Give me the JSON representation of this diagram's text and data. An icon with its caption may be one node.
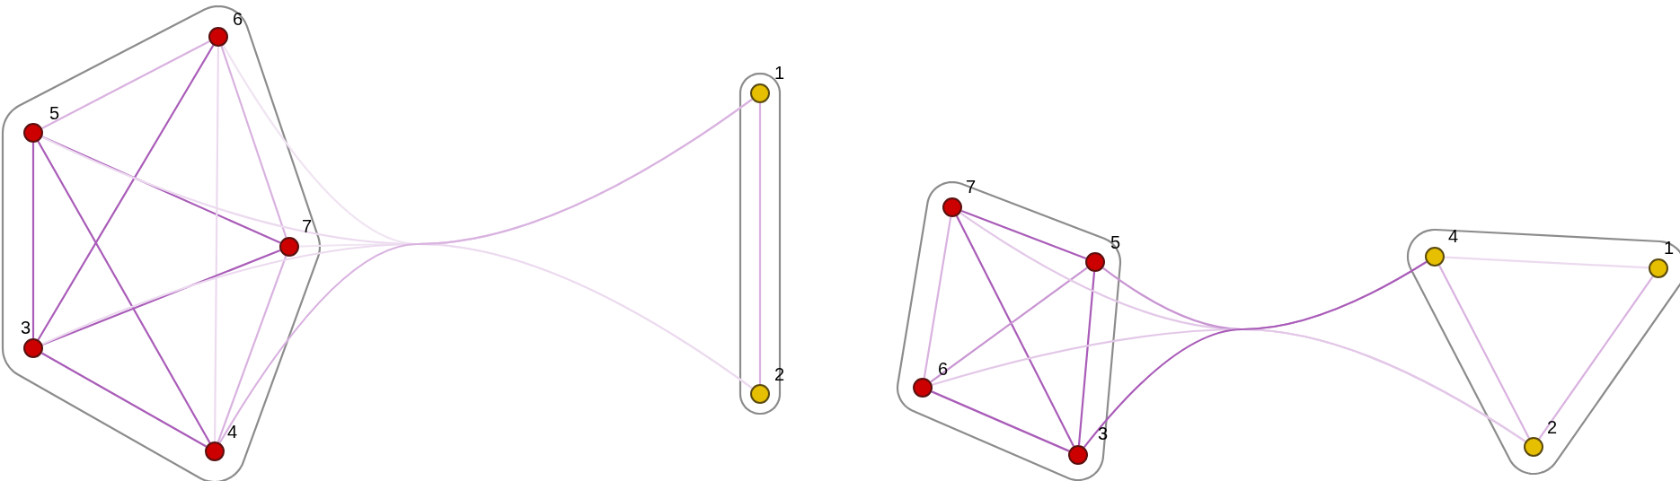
{
  "diagram": {
    "nodes": [
      {
        "text": [],
        "shape": "blob"
      },
      {
        "text": [],
        "shape": "circle",
        "beside": [
          "6"
        ],
        "in": 0
      },
      {
        "text": [],
        "shape": "circle",
        "beside": [
          "5"
        ],
        "in": 0
      },
      {
        "text": [],
        "shape": "circle",
        "beside": [
          "7"
        ],
        "in": 0
      },
      {
        "text": [],
        "shape": "circle",
        "beside": [
          "3"
        ],
        "in": 0
      },
      {
        "text": [],
        "shape": "circle",
        "beside": [
          "4"
        ],
        "in": 0
      },
      {
        "text": [],
        "shape": "blob"
      },
      {
        "text": [],
        "shape": "circle",
        "beside": [
          "1"
        ],
        "in": 6
      },
      {
        "text": [],
        "shape": "circle",
        "beside": [
          "2"
        ],
        "in": 6
      },
      {
        "text": [],
        "shape": "blob"
      },
      {
        "text": [],
        "shape": "circle",
        "beside": [
          "7"
        ],
        "in": 9
      },
      {
        "text": [],
        "shape": "circle",
        "beside": [
          "5"
        ],
        "in": 9
      },
      {
        "text": [],
        "shape": "circle",
        "beside": [
          "6"
        ],
        "in": 9
      },
      {
        "text": [],
        "shape": "circle",
        "beside": [
          "3"
        ],
        "in": 9
      },
      {
        "text": [],
        "shape": "blob"
      },
      {
        "text": [],
        "shape": "circle",
        "beside": [
          "4"
        ],
        "in": 14
      },
      {
        "text": [],
        "shape": "circle",
        "beside": [
          "1"
        ],
        "in": 14
      },
      {
        "text": [],
        "shape": "circle",
        "beside": [
          "2"
        ],
        "in": 14
      }
    ],
    "edges": [
      {
        "from": 2,
        "to": 1,
        "arrow": "none",
        "color": "#d9b2e0"
      },
      {
        "from": 2,
        "to": 3,
        "arrow": "none"
      },
      {
        "from": 2,
        "to": 4,
        "arrow": "none"
      },
      {
        "from": 2,
        "to": 5,
        "arrow": "none"
      },
      {
        "from": 1,
        "to": 3,
        "arrow": "none",
        "color": "#d9b2e0"
      },
      {
        "from": 1,
        "to": 4,
        "arrow": "none"
      },
      {
        "from": 1,
        "to": 5,
        "arrow": "none",
        "color": "#ecdaef"
      },
      {
        "from": 3,
        "to": 4,
        "arrow": "none"
      },
      {
        "from": 3,
        "to": 5,
        "arrow": "none",
        "color": "#d9b2e0"
      },
      {
        "from": 4,
        "to": 5,
        "arrow": "none"
      },
      {
        "from": 7,
        "to": 8,
        "arrow": "none",
        "color": "#d9b2e0"
      },
      {
        "from": 1,
        "to": 8,
        "arrow": "none",
        "color": "#f0e4f2"
      },
      {
        "from": 2,
        "to": 8,
        "arrow": "none",
        "color": "#ecdaef"
      },
      {
        "from": 3,
        "to": 7,
        "arrow": "none",
        "color": "#f0e4f2"
      },
      {
        "from": 4,
        "to": 7,
        "arrow": "none",
        "color": "#ecdaef"
      },
      {
        "from": 5,
        "to": 7,
        "arrow": "none",
        "color": "#d9b2e0"
      },
      {
        "from": 10,
        "to": 11,
        "arrow": "none"
      },
      {
        "from": 10,
        "to": 12,
        "arrow": "none",
        "color": "#d9b2e0"
      },
      {
        "from": 10,
        "to": 13,
        "arrow": "none"
      },
      {
        "from": 11,
        "to": 12,
        "arrow": "none",
        "color": "#c894d2"
      },
      {
        "from": 11,
        "to": 13,
        "arrow": "none"
      },
      {
        "from": 12,
        "to": 13,
        "arrow": "none"
      },
      {
        "from": 15,
        "to": 16,
        "arrow": "none",
        "color": "#ecdaef"
      },
      {
        "from": 15,
        "to": 17,
        "arrow": "none",
        "color": "#d9b2e0"
      },
      {
        "from": 16,
        "to": 17,
        "arrow": "none",
        "color": "#d9b2e0"
      },
      {
        "from": 10,
        "to": 17,
        "arrow": "none",
        "color": "#e3c8e8"
      },
      {
        "from": 11,
        "to": 15,
        "arrow": "none",
        "color": "#c894d2"
      },
      {
        "from": 12,
        "to": 17,
        "arrow": "none",
        "color": "#e3c8e8"
      },
      {
        "from": 13,
        "to": 15,
        "arrow": "none"
      }
    ]
  }
}
